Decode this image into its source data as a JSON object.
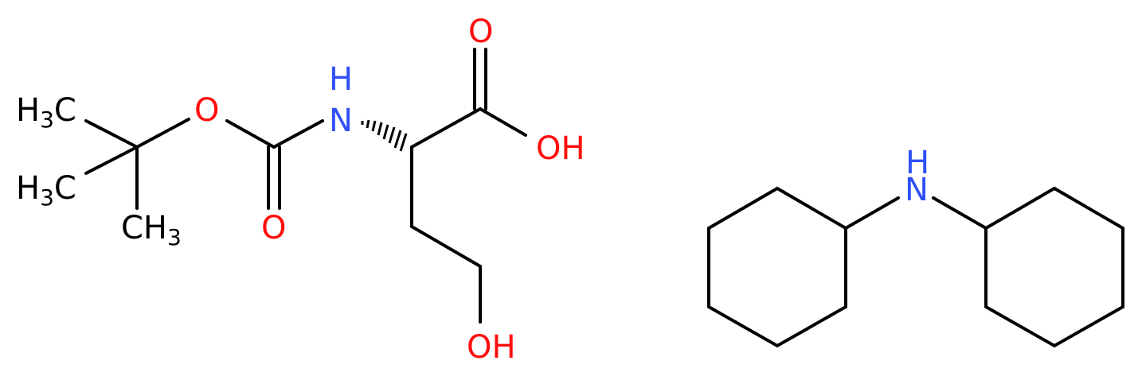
{
  "colors": {
    "bond": "#000000",
    "oxygen": "#ff0d0d",
    "nitrogen": "#3050f8",
    "carbon_label": "#000000"
  },
  "molecule_1": {
    "atoms": {
      "methyl_1": {
        "main": "H",
        "sub": "3",
        "tail": "C"
      },
      "methyl_2": {
        "main": "H",
        "sub": "3",
        "tail": "C"
      },
      "methyl_3": {
        "main": "CH",
        "sub": "3"
      },
      "ether_oxygen": "O",
      "carbonyl_oxygen_carbamate": "O",
      "amide_nitrogen": "H",
      "amide_nitrogen_symbol": "N",
      "carbonyl_oxygen_acid": "O",
      "acid_hydroxyl": "OH",
      "side_chain_hydroxyl": "OH"
    }
  },
  "molecule_2": {
    "atoms": {
      "amine_hydrogen": "H",
      "amine_nitrogen": "N"
    }
  }
}
